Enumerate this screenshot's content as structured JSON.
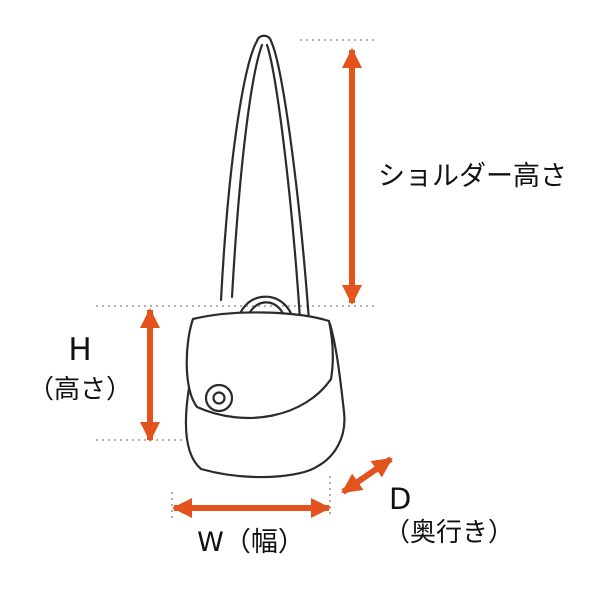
{
  "figure": {
    "type": "product-dimension-diagram",
    "subject": "shoulder-bag-line-drawing"
  },
  "measurements": [
    {
      "id": "shoulder-height",
      "label": "ショルダー高さ",
      "direction": "vertical"
    },
    {
      "id": "height",
      "abbr": "H",
      "label": "（高さ）",
      "direction": "vertical"
    },
    {
      "id": "width",
      "label": "W（幅）",
      "direction": "horizontal"
    },
    {
      "id": "depth",
      "abbr": "D",
      "label": "（奥行き）",
      "direction": "diagonal"
    }
  ],
  "colors": {
    "arrow": "#e2531d",
    "outline": "#2b2b2b",
    "guide": "#9a9a9a",
    "background": "#ffffff",
    "text": "#111111"
  }
}
